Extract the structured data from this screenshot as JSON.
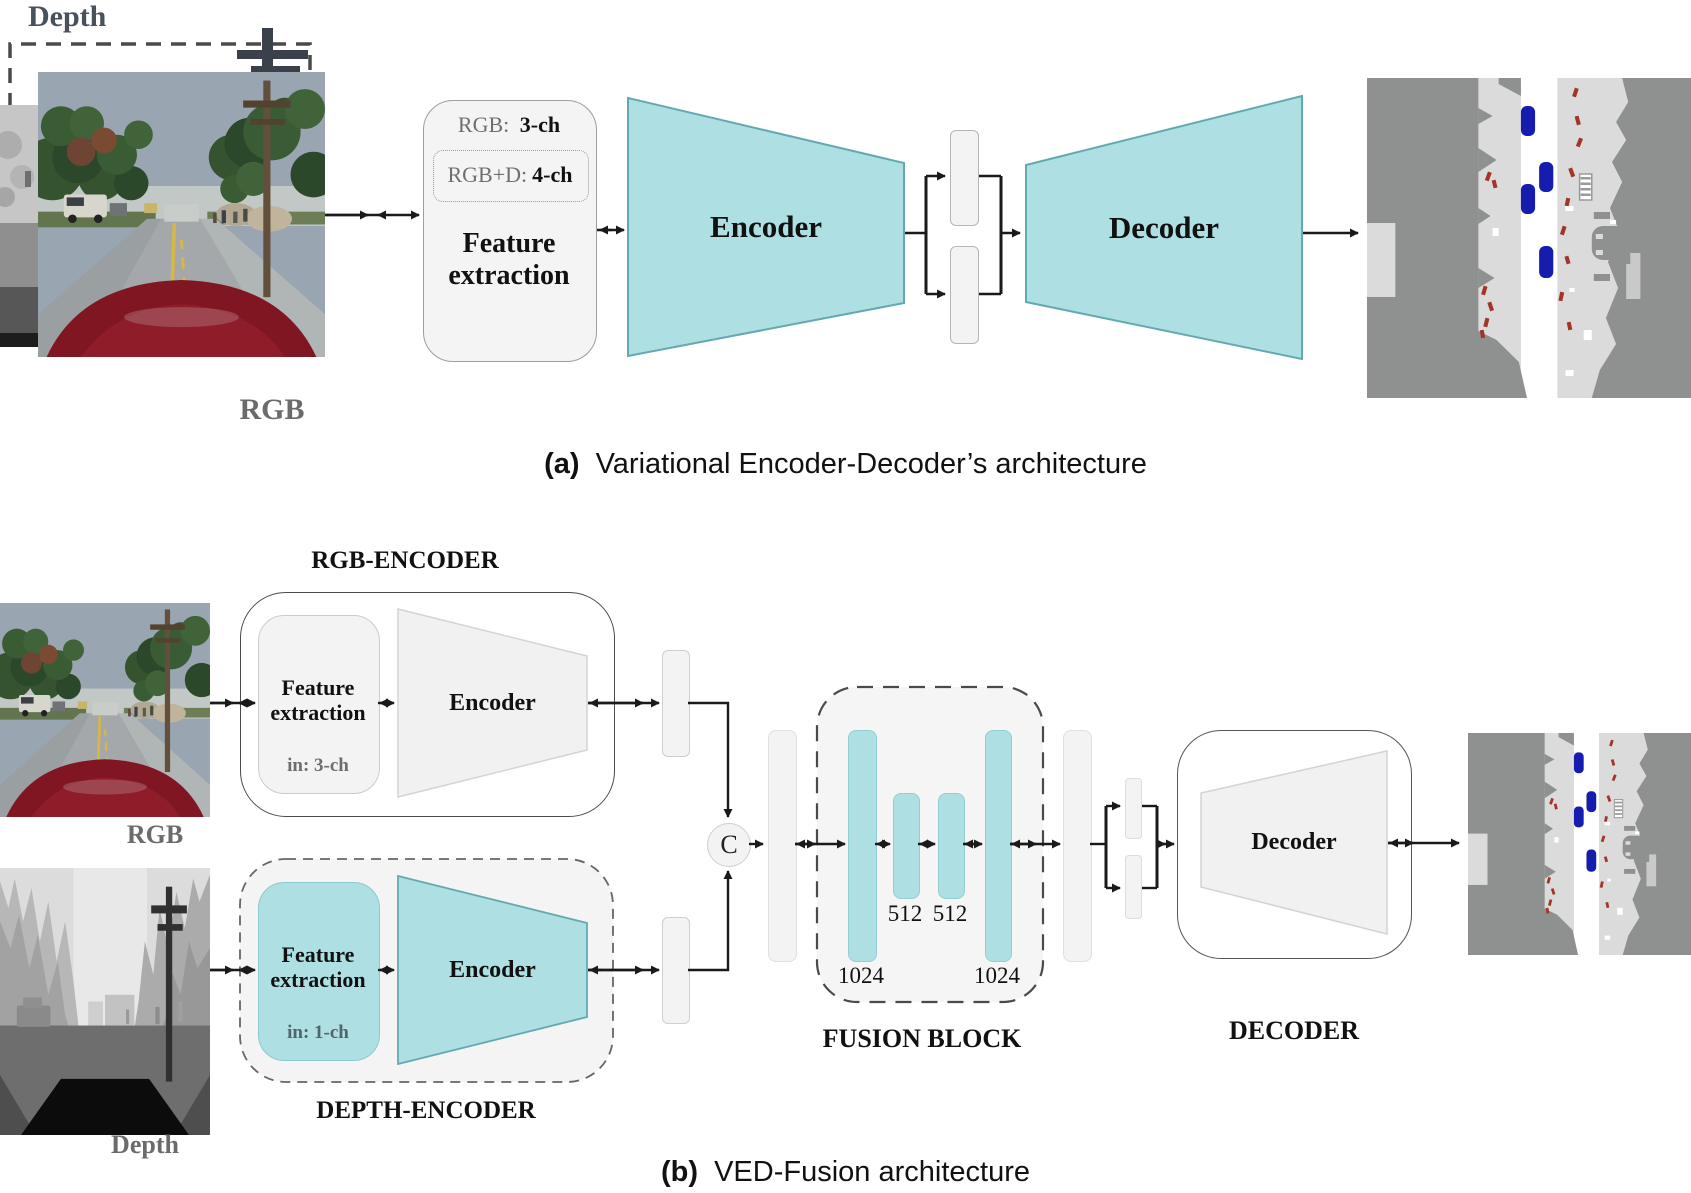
{
  "figure": {
    "caption_a": {
      "prefix": "(a)",
      "text": "Variational Encoder-Decoder’s architecture"
    },
    "caption_b": {
      "prefix": "(b)",
      "text": "VED-Fusion architecture"
    }
  },
  "diagram_a": {
    "depth_label": "Depth",
    "rgb_label": "RGB",
    "feature_extraction": {
      "io_rgb": {
        "label": "RGB:",
        "value": "3-ch"
      },
      "io_rgbd": {
        "label": "RGB+D:",
        "value": "4-ch"
      },
      "title": "Feature extraction"
    },
    "encoder_label": "Encoder",
    "decoder_label": "Decoder"
  },
  "diagram_b": {
    "rgb_label": "RGB",
    "depth_label": "Depth",
    "rgb_encoder_title": "RGB-ENCODER",
    "depth_encoder_title": "DEPTH-ENCODER",
    "rgb_branch": {
      "feature_title": "Feature extraction",
      "channels": "in: 3-ch",
      "encoder_label": "Encoder"
    },
    "depth_branch": {
      "feature_title": "Feature extraction",
      "channels": "in: 1-ch",
      "encoder_label": "Encoder"
    },
    "concat_label": "C",
    "fusion": {
      "title": "FUSION BLOCK",
      "dims": [
        "1024",
        "512",
        "512",
        "1024"
      ]
    },
    "decoder_title": "DECODER",
    "decoder_label": "Decoder"
  },
  "colors": {
    "teal_fill": "#aee0e3",
    "teal_border": "#63aab0",
    "gray_fill": "#f1f1f1",
    "line": "#1a1a1a",
    "seg_dark": "#8f9090",
    "seg_light": "#dadbda",
    "seg_vehicle": "#161cae",
    "seg_pedestrian": "#a33528"
  }
}
